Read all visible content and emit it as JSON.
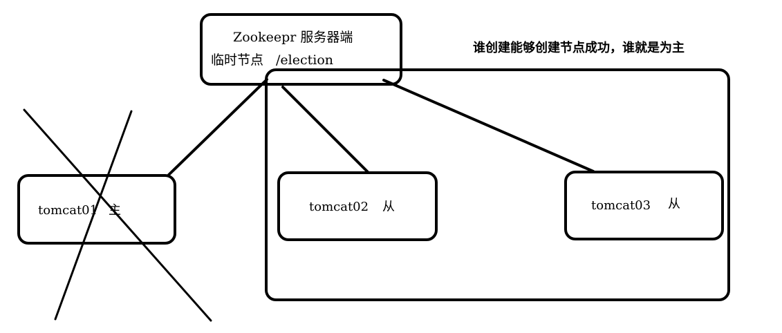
{
  "diagram": {
    "zookeeper": {
      "line1": "Zookeepr 服务器端",
      "line2_prefix": "临时节点",
      "line2_path": "/election"
    },
    "note": "谁创建能够创建节点成功，谁就是为主",
    "nodes": [
      {
        "name": "tomcat01",
        "role": "主",
        "crossed_out": true
      },
      {
        "name": "tomcat02",
        "role": "从",
        "crossed_out": false
      },
      {
        "name": "tomcat03",
        "role": "从",
        "crossed_out": false
      }
    ]
  }
}
